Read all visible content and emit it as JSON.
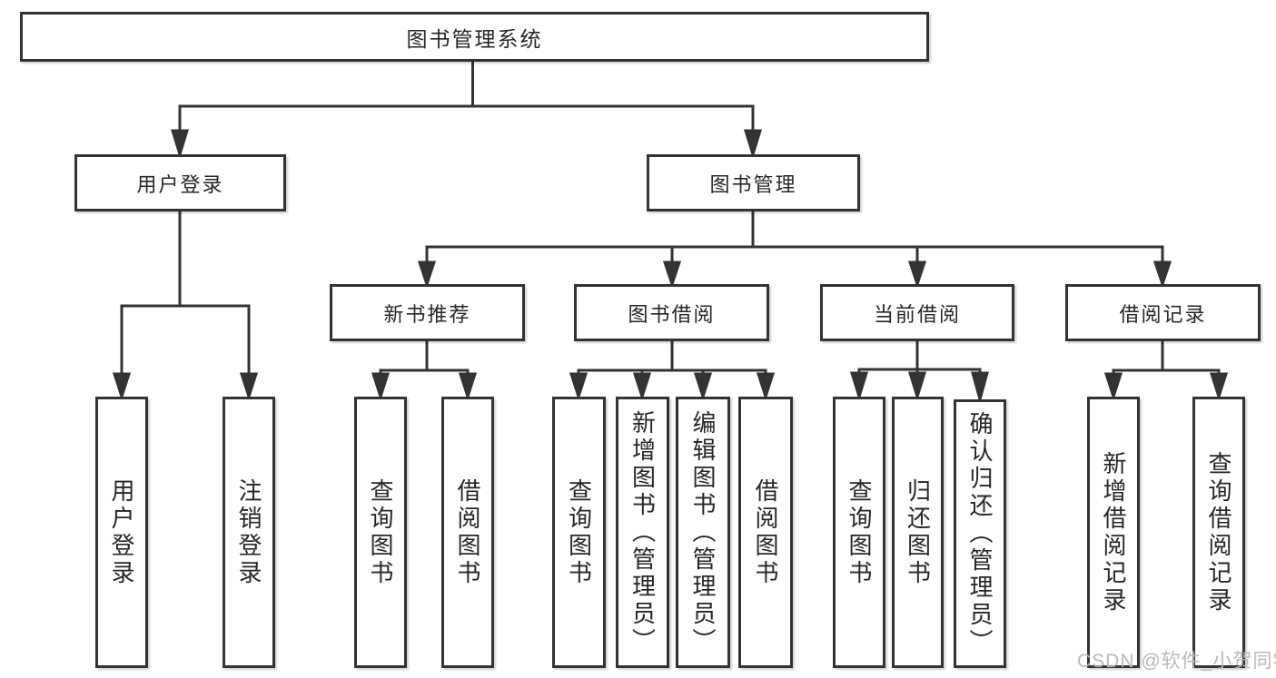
{
  "diagram": {
    "title": "图书管理系统",
    "level2": [
      {
        "label": "用户登录"
      },
      {
        "label": "图书管理"
      }
    ],
    "level3": [
      {
        "label": "新书推荐"
      },
      {
        "label": "图书借阅"
      },
      {
        "label": "当前借阅"
      },
      {
        "label": "借阅记录"
      }
    ],
    "leaves": [
      {
        "label": "用户登录"
      },
      {
        "label": "注销登录"
      },
      {
        "label": "查询图书"
      },
      {
        "label": "借阅图书"
      },
      {
        "label": "查询图书"
      },
      {
        "label": "新增图书（管理员）"
      },
      {
        "label": "编辑图书（管理员）"
      },
      {
        "label": "借阅图书"
      },
      {
        "label": "查询图书"
      },
      {
        "label": "归还图书"
      },
      {
        "label": "确认归还（管理员）"
      },
      {
        "label": "新增借阅记录"
      },
      {
        "label": "查询借阅记录"
      }
    ]
  },
  "watermark": {
    "text": "CSDN @软件_小贺同学"
  },
  "colors": {
    "line": "#333333",
    "box_border": "#333333",
    "box_bg": "#ffffff",
    "text": "#262626",
    "watermark": "#b9b9b9"
  }
}
